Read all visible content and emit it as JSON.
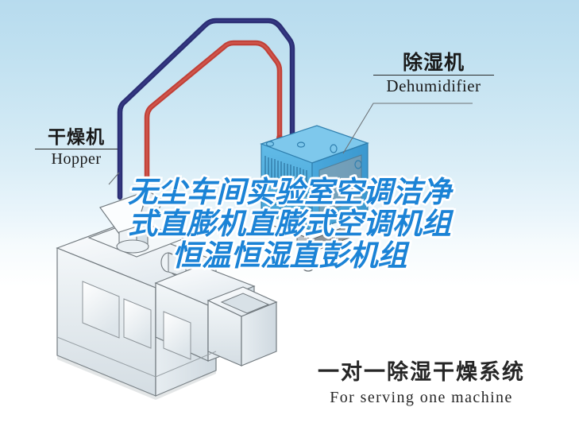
{
  "diagram": {
    "title_overlay": {
      "lines": [
        "无尘车间实验室空调洁净",
        "式直膨机直膨式空调机组",
        "恒温恒湿直彭机组"
      ],
      "color": "#1b83d6",
      "outline_color": "#ffffff"
    },
    "labels": {
      "dehumidifier": {
        "cn": "除湿机",
        "en": "Dehumidifier"
      },
      "hopper": {
        "cn": "干燥机",
        "en": "Hopper"
      },
      "system": {
        "cn": "一对一除湿干燥系统",
        "en": "For serving one machine"
      }
    },
    "components": {
      "dehumidifier_unit": "dehumidifier-unit",
      "molding_machine": "injection-molding-machine",
      "hopper_funnel": "hopper-funnel",
      "pipe_supply": "supply-pipe",
      "pipe_return": "return-pipe"
    },
    "colors": {
      "background_top": "#b7dbee",
      "background_bottom": "#ffffff",
      "pipe_supply": "#c9433a",
      "pipe_return": "#262a70",
      "unit_body": "#57b3e3",
      "unit_top": "#7fc9ec",
      "machine_body": "#e9eef1",
      "machine_outline": "#6b7378"
    }
  }
}
